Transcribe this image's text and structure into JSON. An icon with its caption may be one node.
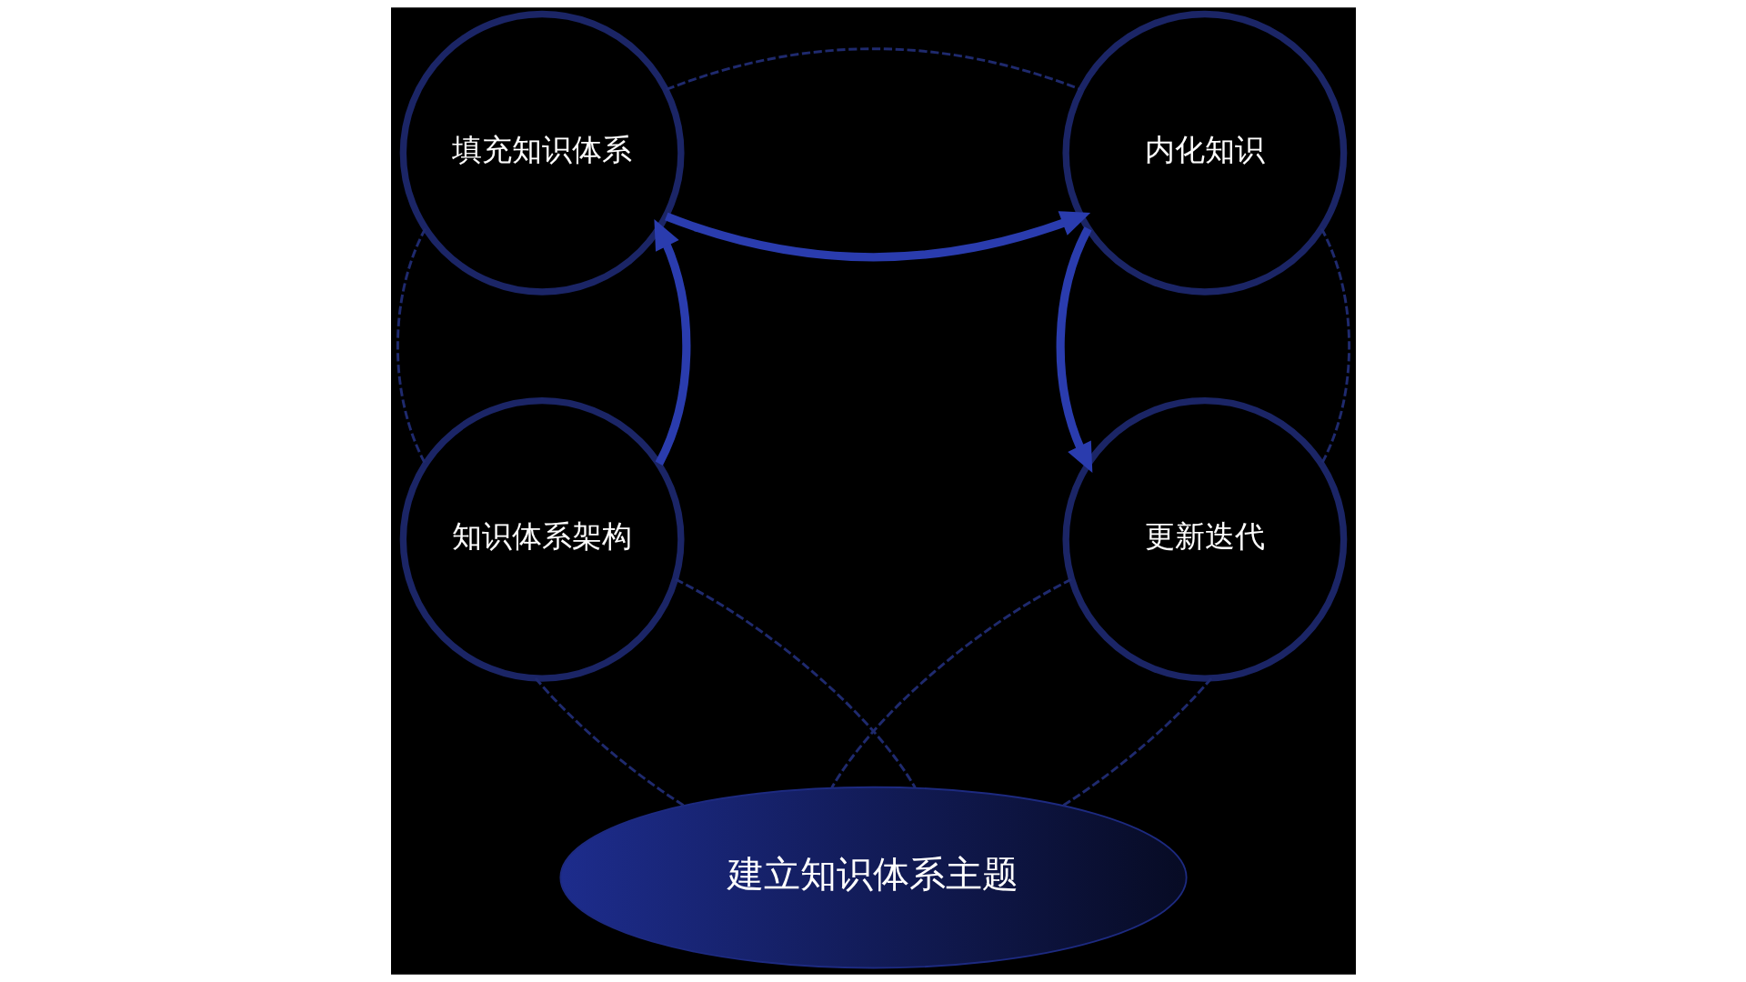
{
  "diagram": {
    "nodes": [
      {
        "text": [
          "填充知识体系"
        ]
      },
      {
        "text": [
          "内化知识"
        ]
      },
      {
        "text": [
          "知识体系架构"
        ]
      },
      {
        "text": [
          "更新迭代"
        ]
      },
      {
        "text": [
          "建立知识体系主题"
        ]
      }
    ],
    "edges": [
      {
        "from": 2,
        "to": 0,
        "arrow": "to",
        "style": "thick",
        "color": "#2a3cae"
      },
      {
        "from": 0,
        "to": 1,
        "arrow": "to",
        "style": "thick",
        "color": "#2a3cae"
      },
      {
        "from": 1,
        "to": 3,
        "arrow": "to",
        "style": "thick",
        "color": "#2a3cae"
      },
      {
        "from": 0,
        "to": 1,
        "arrow": "none",
        "style": "dashed"
      },
      {
        "from": 0,
        "to": 2,
        "arrow": "none",
        "style": "dashed"
      },
      {
        "from": 1,
        "to": 3,
        "arrow": "none",
        "style": "dashed"
      },
      {
        "from": 2,
        "to": 4,
        "arrow": "none",
        "style": "dashed"
      },
      {
        "from": 2,
        "to": 4,
        "arrow": "none",
        "style": "dashed"
      },
      {
        "from": 3,
        "to": 4,
        "arrow": "none",
        "style": "dashed"
      },
      {
        "from": 3,
        "to": 4,
        "arrow": "none",
        "style": "dashed"
      }
    ]
  }
}
